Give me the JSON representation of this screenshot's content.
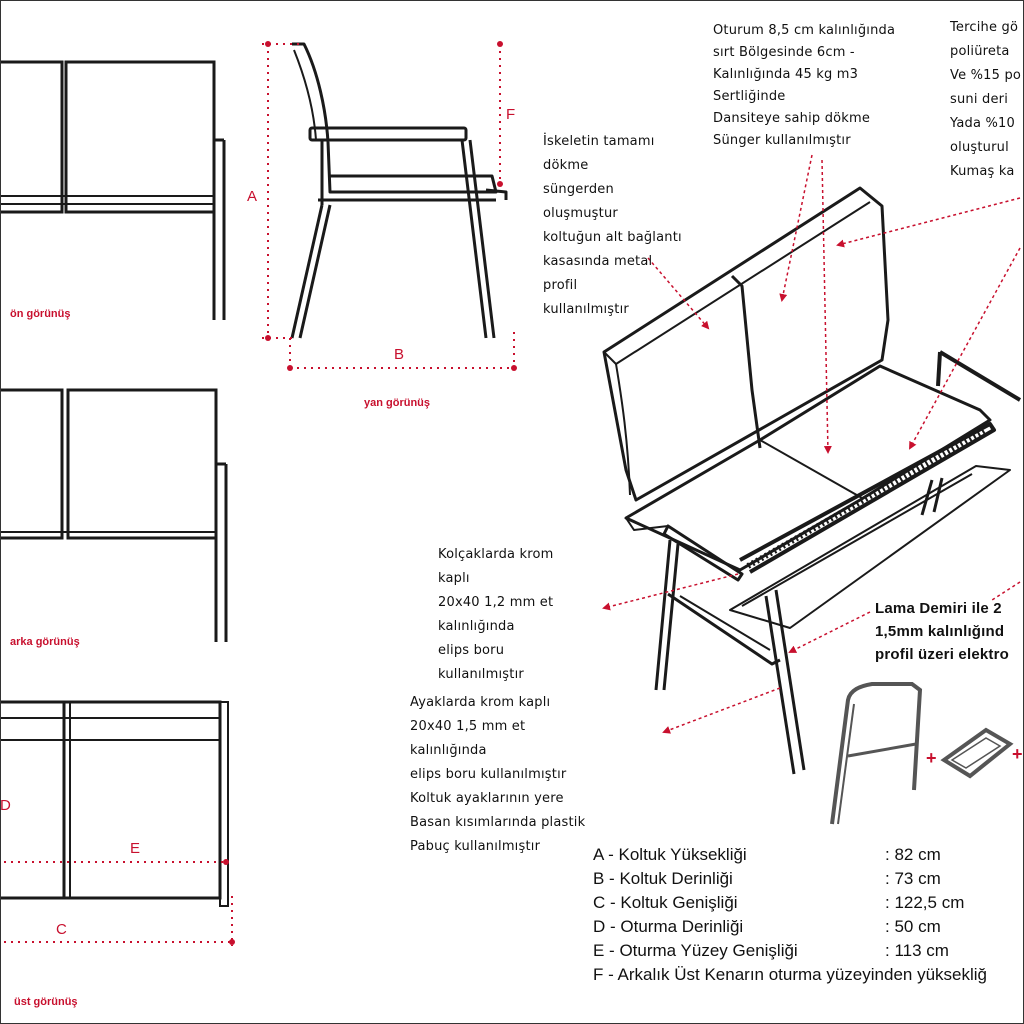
{
  "views": {
    "front": "ön görünüş",
    "side": "yan görünüş",
    "back": "arka görünüş",
    "top": "üst görünüş"
  },
  "dimension_letters": {
    "a": "A",
    "b": "B",
    "c": "C",
    "d": "D",
    "e": "E",
    "f": "F"
  },
  "notes": {
    "foam": [
      "Oturum 8,5 cm  kalınlığında",
      "sırt  Bölgesinde 6cm -",
      "Kalınlığında 45 kg m3",
      "Sertliğinde",
      " Dansiteye sahip dökme",
      " Sünger kullanılmıştır"
    ],
    "upholstery": [
      "Tercihe gö",
      "poliüreta",
      "Ve %15 po",
      "suni deri",
      "Yada %10",
      "oluşturul",
      "Kumaş ka"
    ],
    "skeleton": [
      "İskeletin tamamı",
      "dökme",
      " süngerden",
      "oluşmuştur",
      "koltuğun alt bağlantı",
      "kasasında metal",
      "profil",
      "kullanılmıştır"
    ],
    "armrest": [
      "Kolçaklarda krom",
      "kaplı",
      "20x40 1,2 mm et",
      "kalınlığında",
      "elips boru",
      "kullanılmıştır"
    ],
    "legs": [
      "Ayaklarda  krom kaplı",
      "20x40 1,5 mm et",
      "kalınlığında",
      "elips boru kullanılmıştır",
      "Koltuk ayaklarının yere",
      "Basan kısımlarında plastik",
      "Pabuç kullanılmıştır"
    ],
    "frame": [
      "Lama Demiri ile 2",
      "1,5mm kalınlığınd",
      "profil üzeri elektro"
    ]
  },
  "specs": [
    {
      "label": "A - Koltuk Yüksekliği",
      "value": ": 82 cm"
    },
    {
      "label": "B - Koltuk Derinliği",
      "value": ": 73 cm"
    },
    {
      "label": "C - Koltuk Genişliği",
      "value": ": 122,5 cm"
    },
    {
      "label": "D - Oturma Derinliği",
      "value": ": 50 cm"
    },
    {
      "label": "E - Oturma Yüzey Genişliği",
      "value": ": 113 cm"
    },
    {
      "label": "F - Arkalık Üst Kenarın oturma yüzeyinden yüksekliğ",
      "value": ""
    }
  ],
  "colors": {
    "annotation": "#c8102e",
    "line": "#1a1a1a"
  }
}
